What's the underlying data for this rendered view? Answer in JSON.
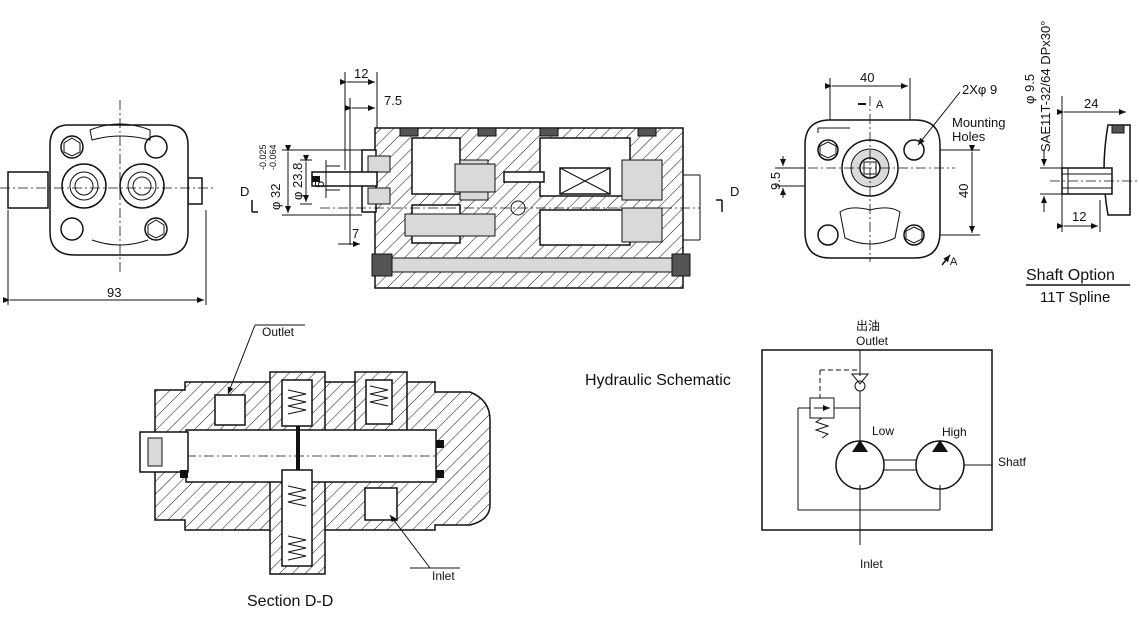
{
  "dimensions": {
    "front_width": "93",
    "shaft_12": "12",
    "shaft_7_5": "7.5",
    "shaft_7": "7",
    "phi32": "φ 32",
    "phi32_tol_upper": "-0.025",
    "phi32_tol_lower": "-0.064",
    "phi23_8": "φ 23.8",
    "key_5": "5",
    "rear_40_top": "40",
    "rear_40_side": "40",
    "rear_9_5": "9.5",
    "spline_24": "24",
    "spline_12": "12",
    "spline_phi": "φ 9.5",
    "spline_code": "SAE11T-32/64 DPx30°"
  },
  "labels": {
    "mounting_holes_count": "2Xφ 9",
    "mounting_holes_line1": "Mounting",
    "mounting_holes_line2": "Holes",
    "view_a_top": "A",
    "view_a_bottom": "A",
    "section_left": "D",
    "section_right": "D",
    "shaft_option_title": "Shaft Option",
    "shaft_option_sub": "11T Spline",
    "section_title": "Section D-D",
    "section_outlet": "Outlet",
    "section_inlet": "Inlet"
  },
  "schematic": {
    "title": "Hydraulic Schematic",
    "outlet_cn": "出油",
    "outlet_en": "Outlet",
    "low": "Low",
    "high": "High",
    "shaft": "Shatf",
    "inlet": "Inlet"
  }
}
